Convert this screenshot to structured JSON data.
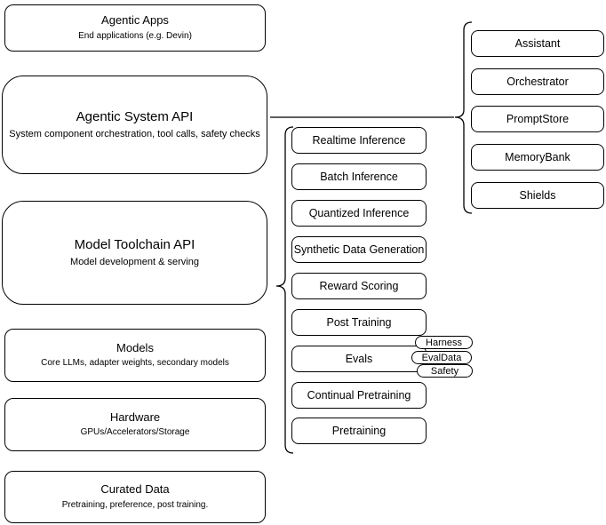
{
  "diagram": {
    "left_column": [
      {
        "title": "Agentic Apps",
        "subtitle": "End applications (e.g. Devin)"
      },
      {
        "title": "Agentic System API",
        "subtitle": "System component orchestration, tool calls, safety checks"
      },
      {
        "title": "Model Toolchain API",
        "subtitle": "Model development & serving"
      },
      {
        "title": "Models",
        "subtitle": "Core LLMs, adapter weights, secondary models"
      },
      {
        "title": "Hardware",
        "subtitle": "GPUs/Accelerators/Storage"
      },
      {
        "title": "Curated Data",
        "subtitle": "Pretraining, preference, post training."
      }
    ],
    "toolchain_services": [
      "Realtime Inference",
      "Batch Inference",
      "Quantized Inference",
      "Synthetic Data Generation",
      "Reward Scoring",
      "Post Training",
      "Evals",
      "Continual Pretraining",
      "Pretraining"
    ],
    "agentic_components": [
      "Assistant",
      "Orchestrator",
      "PromptStore",
      "MemoryBank",
      "Shields"
    ],
    "eval_tags": [
      "Harness",
      "EvalData",
      "Safety"
    ],
    "colors": {
      "background": "#ffffff",
      "box_fill": "#ffffff",
      "stroke": "#000000",
      "text": "#000000"
    }
  }
}
